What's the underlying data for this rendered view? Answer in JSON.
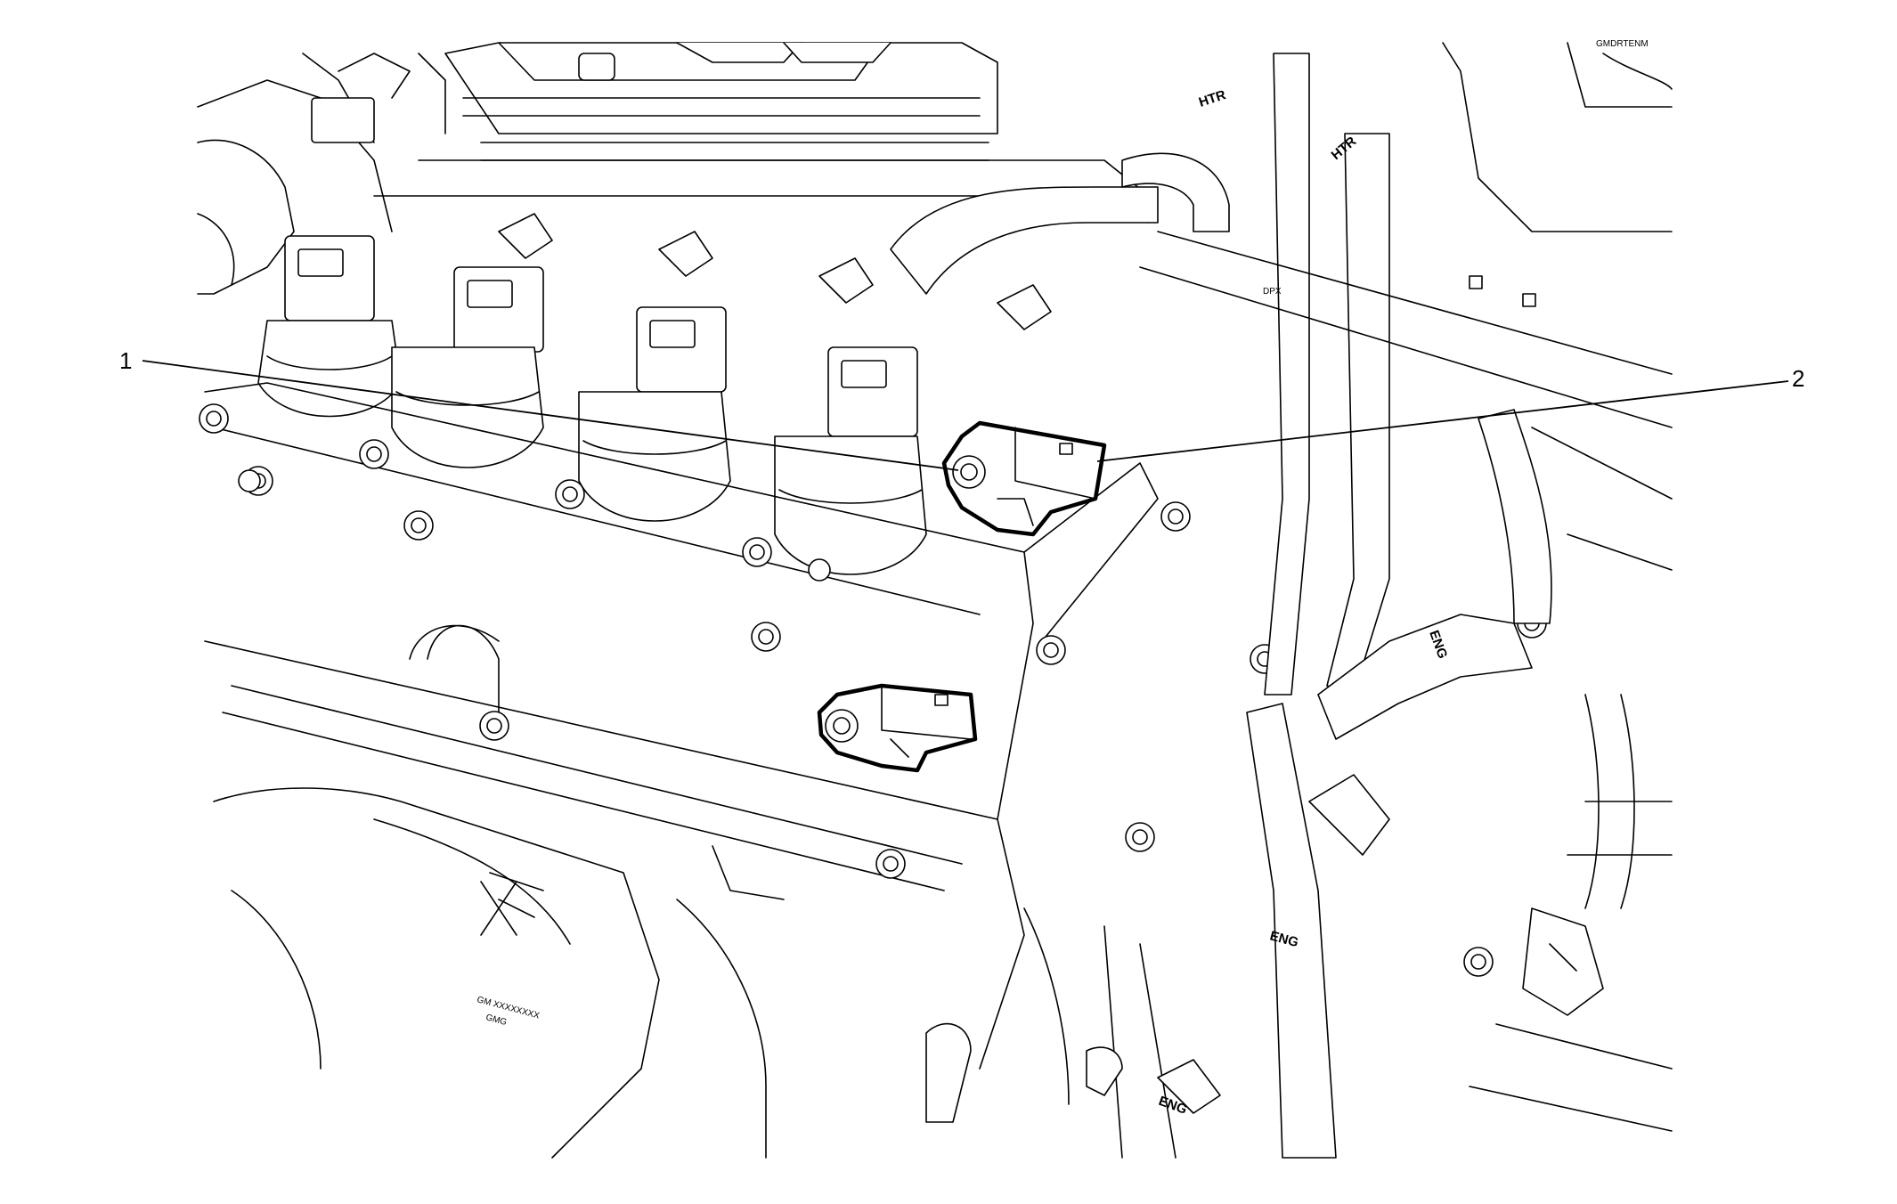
{
  "callouts": [
    {
      "number": "1"
    },
    {
      "number": "2"
    }
  ],
  "part_markings": {
    "htr_top": "HTR",
    "htr_right": "HTR",
    "dpx": "DPX",
    "eng_upper": "ENG",
    "eng_middle": "ENG",
    "eng_lower": "ENG",
    "gm_part": "GM XXXXXXXX",
    "gm_sub": "GMG",
    "corner_text": "GMDRTENM"
  },
  "colors": {
    "line": "#000000",
    "background": "#ffffff"
  }
}
